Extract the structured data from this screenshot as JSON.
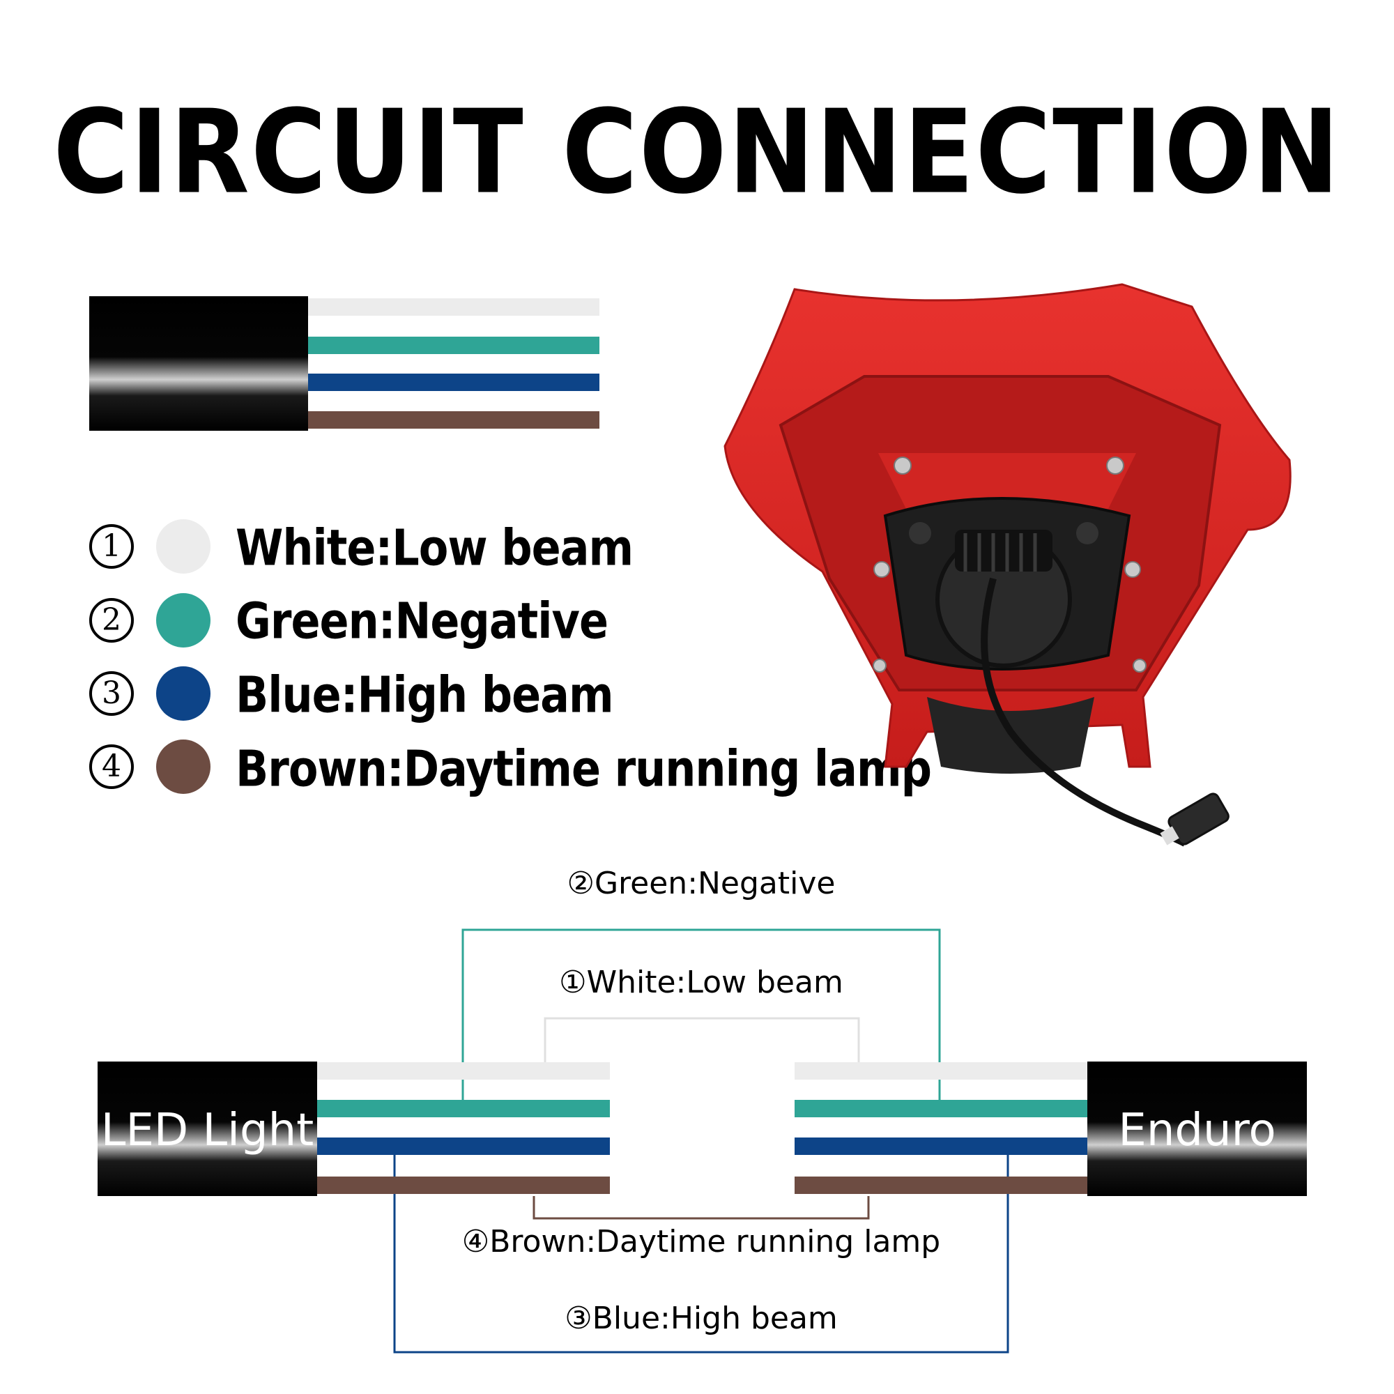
{
  "title": "CIRCUIT CONNECTION",
  "legend": [
    {
      "num": "1",
      "color": "#ececec",
      "label": "White:Low beam"
    },
    {
      "num": "2",
      "color": "#2fa596",
      "label": "Green:Negative"
    },
    {
      "num": "3",
      "color": "#0d4488",
      "label": "Blue:High beam"
    },
    {
      "num": "4",
      "color": "#6d4c42",
      "label": "Brown:Daytime running lamp"
    }
  ],
  "diagram": {
    "left_label": "LED Light",
    "right_label": "Enduro",
    "connections": {
      "green": "②Green:Negative",
      "white": "①White:Low beam",
      "brown": "④Brown:Daytime running lamp",
      "blue": "③Blue:High beam"
    },
    "line_colors": {
      "green": "#2fa596",
      "white": "#e0e0e0",
      "brown": "#6d4c42",
      "blue": "#0d4488"
    }
  },
  "product_icon": "red-enduro-headlight-photo"
}
